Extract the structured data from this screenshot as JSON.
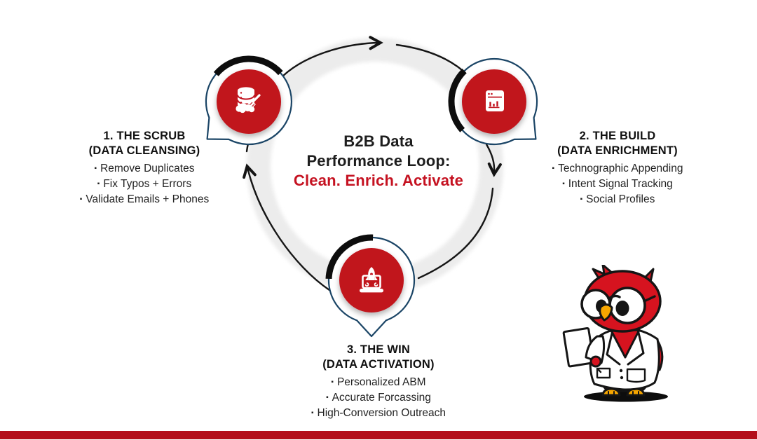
{
  "title": {
    "line1": "B2B Data",
    "line2": "Performance Loop:",
    "line3": "Clean. Enrich. Activate"
  },
  "steps": [
    {
      "heading1": "1. THE SCRUB",
      "heading2": "(DATA CLEANSING)",
      "bullets": [
        "Remove Duplicates",
        "Fix Typos + Errors",
        "Validate Emails + Phones"
      ],
      "icon": "database-cleaning-icon"
    },
    {
      "heading1": "2. THE BUILD",
      "heading2": "(DATA ENRICHMENT)",
      "bullets": [
        "Technographic Appending",
        "Intent Signal Tracking",
        "Social Profiles"
      ],
      "icon": "browser-chart-icon"
    },
    {
      "heading1": "3. THE WIN",
      "heading2": "(DATA ACTIVATION)",
      "bullets": [
        "Personalized ABM",
        "Accurate Forcassing",
        "High-Conversion Outreach"
      ],
      "icon": "laptop-rocket-icon"
    }
  ],
  "colors": {
    "node_red": "#c1121f",
    "title_red": "#c51221",
    "navy_outline": "#1b4566",
    "arc_black": "#0d0d0d",
    "ring_gray": "#ececec",
    "bottom_bar_red": "#b30f1b",
    "mascot_red": "#d6131f",
    "mascot_yellow": "#f7a600"
  },
  "mascot": {
    "name": "owl-scientist-mascot"
  }
}
